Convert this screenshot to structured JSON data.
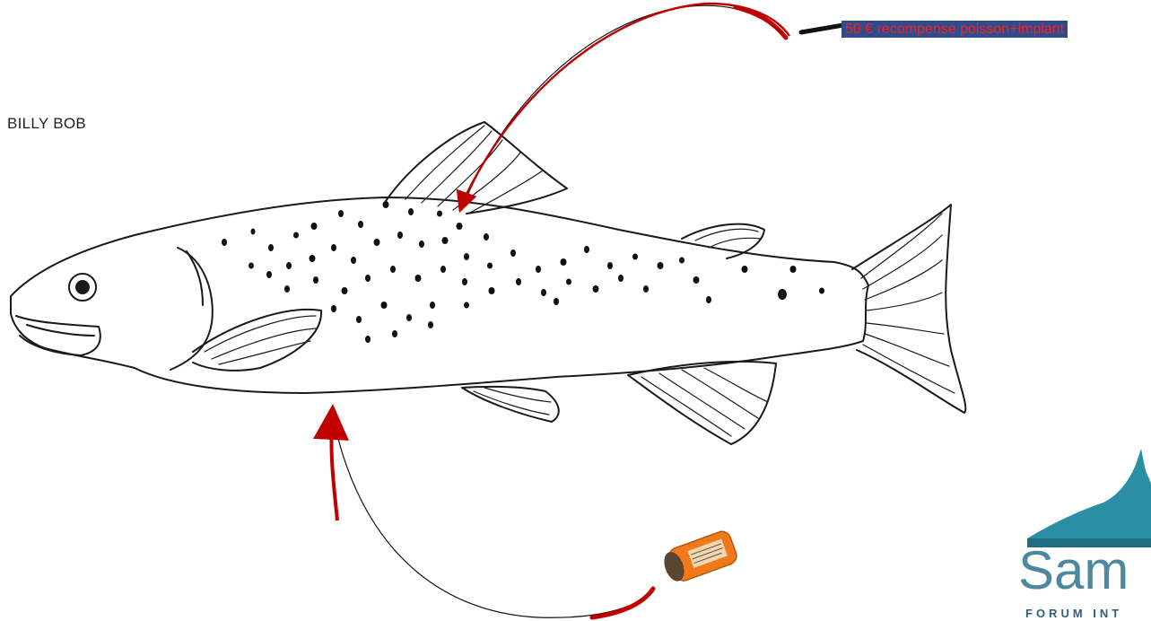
{
  "fish": {
    "name": "BILLY BOB",
    "icon": "trout-illustration"
  },
  "reward": {
    "label": "50 € recompense poisson+implant",
    "text_color": "#ff1a1a",
    "background": "#2f4d8c"
  },
  "arrows": {
    "color": "#c00000"
  },
  "implant": {
    "icon": "orange-acoustic-tag",
    "color": "#f07a1a"
  },
  "logo": {
    "word": "Sam",
    "subtitle": "FORUM INT",
    "color": "#4e88a0"
  }
}
